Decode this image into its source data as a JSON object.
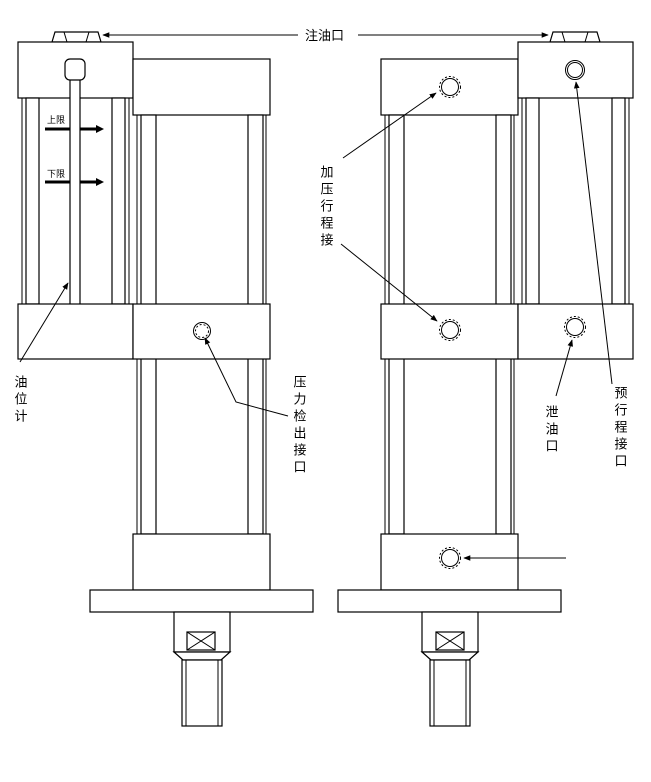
{
  "labels": {
    "oil_fill_port": "注油口",
    "oil_level_gauge": "油位计",
    "upper_limit": "上限",
    "lower_limit": "下限",
    "pressure_check_port": "压力检出接口",
    "pressurize_stroke_port": "加压行程接",
    "oil_drain_port": "泄油口",
    "pre_stroke_port": "预行程接口"
  }
}
